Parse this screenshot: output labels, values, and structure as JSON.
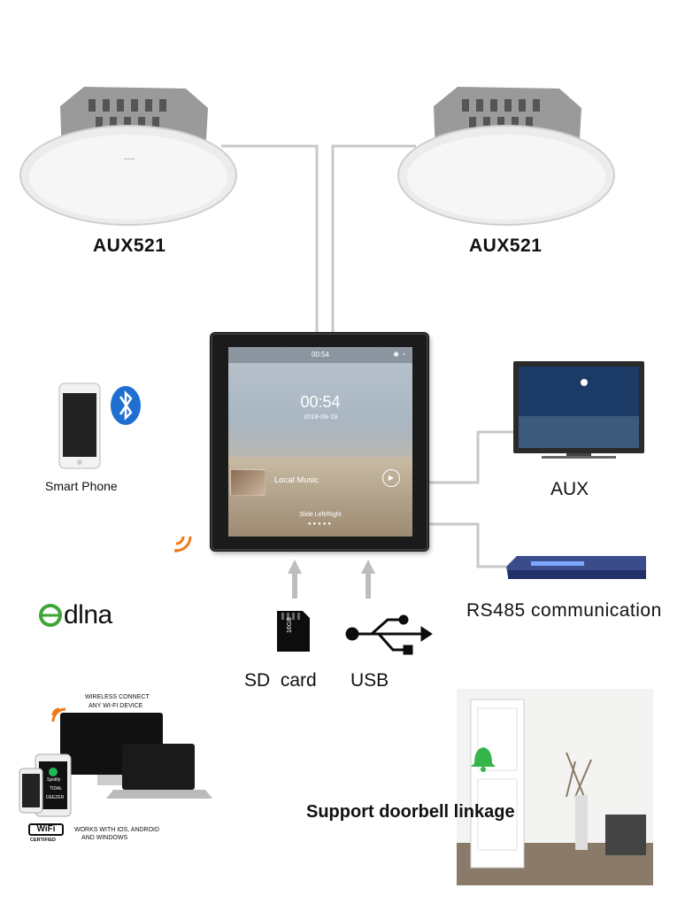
{
  "speakers": [
    {
      "label": "AUX521"
    },
    {
      "label": "AUX521"
    }
  ],
  "panel": {
    "status_time": "00:54",
    "status_icons": "✱ ◔",
    "clock": "00:54",
    "date": "2019-09-19",
    "music_label": "Local Music",
    "slide_hint": "Slide Left/Right",
    "page_dots": "●●●●●"
  },
  "left": {
    "smartphone_label": "Smart Phone",
    "dlna_label": "dlna",
    "promo": {
      "wireless_line1": "WIRELESS CONNECT",
      "wireless_line2": "ANY WI-FI DEVICE",
      "wifi_badge": "WiFi",
      "wifi_certified": "CERTIFIED",
      "works_line1": "WORKS WITH IOS, ANDROID",
      "works_line2": "AND WINDOWS",
      "phone_apps": [
        "Spotify",
        "TIDAL",
        "DEEZER"
      ]
    }
  },
  "right": {
    "aux_label": "AUX",
    "rs485_label": "RS485 communication",
    "doorbell_label": "Support doorbell linkage"
  },
  "inputs": {
    "sd_label": "SD  card",
    "usb_label": "USB",
    "sd_chip_text": "16GB"
  },
  "colors": {
    "connector": "#c8c8c8",
    "arrow": "#bdbdbd",
    "wifi_orange": "#f07a1a",
    "bluetooth": "#1f6fd1",
    "dlna_green": "#3fa535",
    "bell_green": "#35b44a"
  }
}
